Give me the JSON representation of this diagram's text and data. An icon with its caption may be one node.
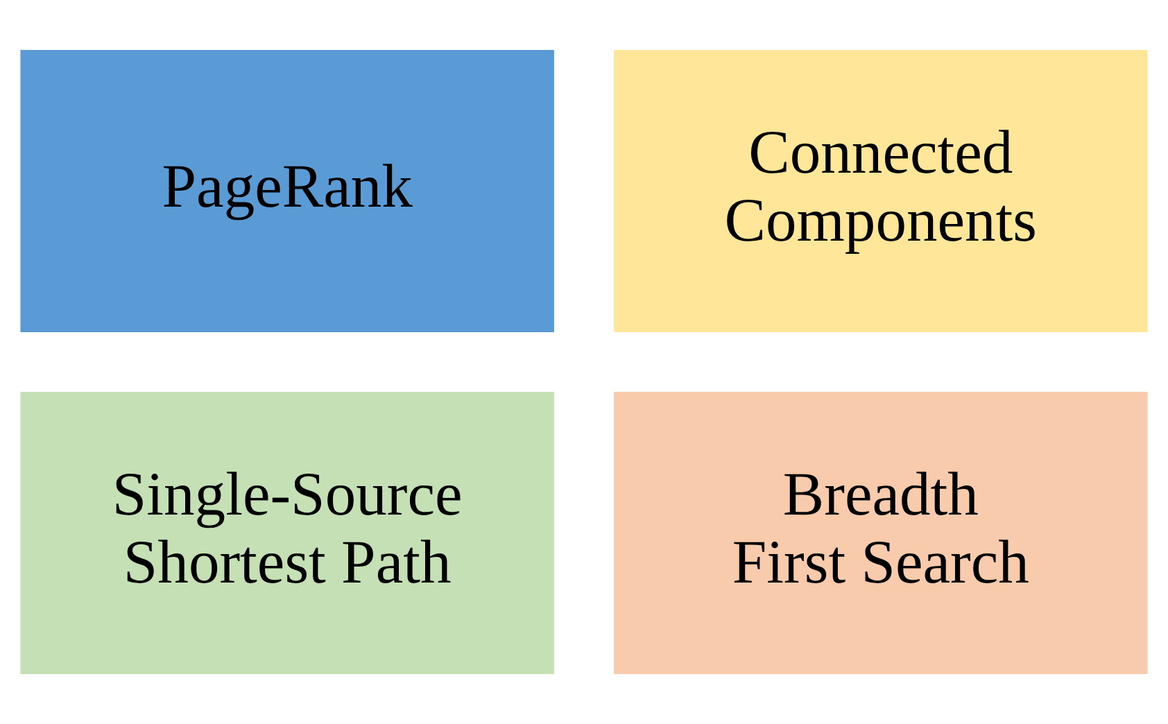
{
  "diagram": {
    "nodes": [
      {
        "text": [
          "PageRank"
        ]
      },
      {
        "text": [
          "Connected Components"
        ]
      },
      {
        "text": [
          "Single-Source Shortest Path"
        ]
      },
      {
        "text": [
          "Breadth First Search"
        ]
      }
    ]
  }
}
